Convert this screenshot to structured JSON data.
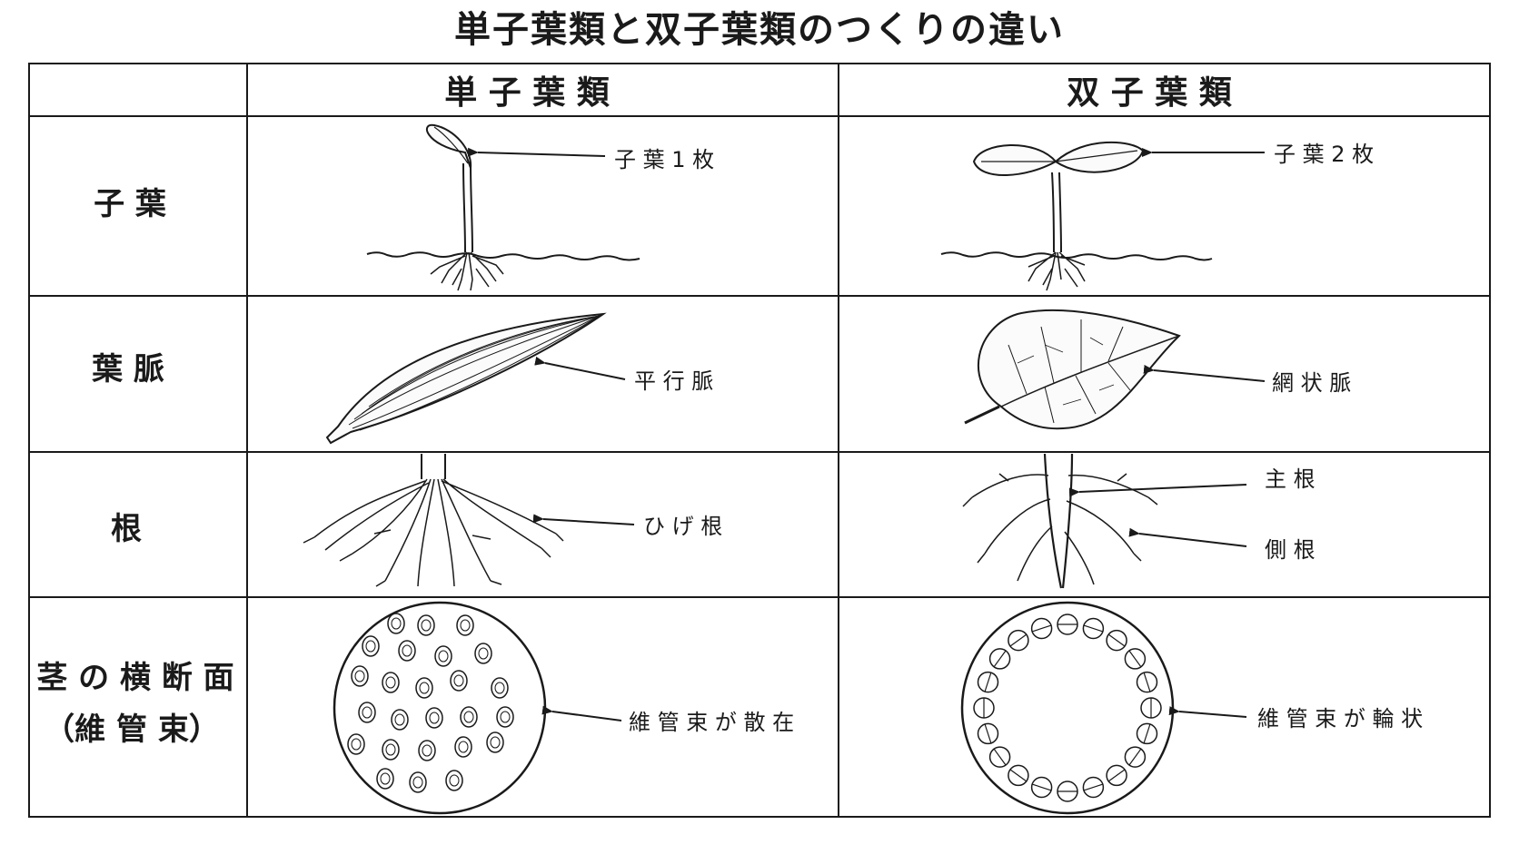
{
  "title": "単子葉類と双子葉類のつくりの違い",
  "columns": {
    "monocot": "単 子 葉 類",
    "dicot": "双 子 葉 類"
  },
  "rows": {
    "cotyledon": "子 葉",
    "vein": "葉 脈",
    "root": "根",
    "stem_line1": "茎 の 横 断 面",
    "stem_line2": "（維 管 束）"
  },
  "annotations": {
    "monocot_cotyledon": "子 葉 1 枚",
    "dicot_cotyledon": "子 葉 2 枚",
    "monocot_vein": "平 行 脈",
    "dicot_vein": "網 状 脈",
    "monocot_root": "ひ げ 根",
    "dicot_main_root": "主 根",
    "dicot_side_root": "側 根",
    "monocot_stem": "維 管 束 が 散 在",
    "dicot_stem": "維 管 束 が 輪 状"
  }
}
